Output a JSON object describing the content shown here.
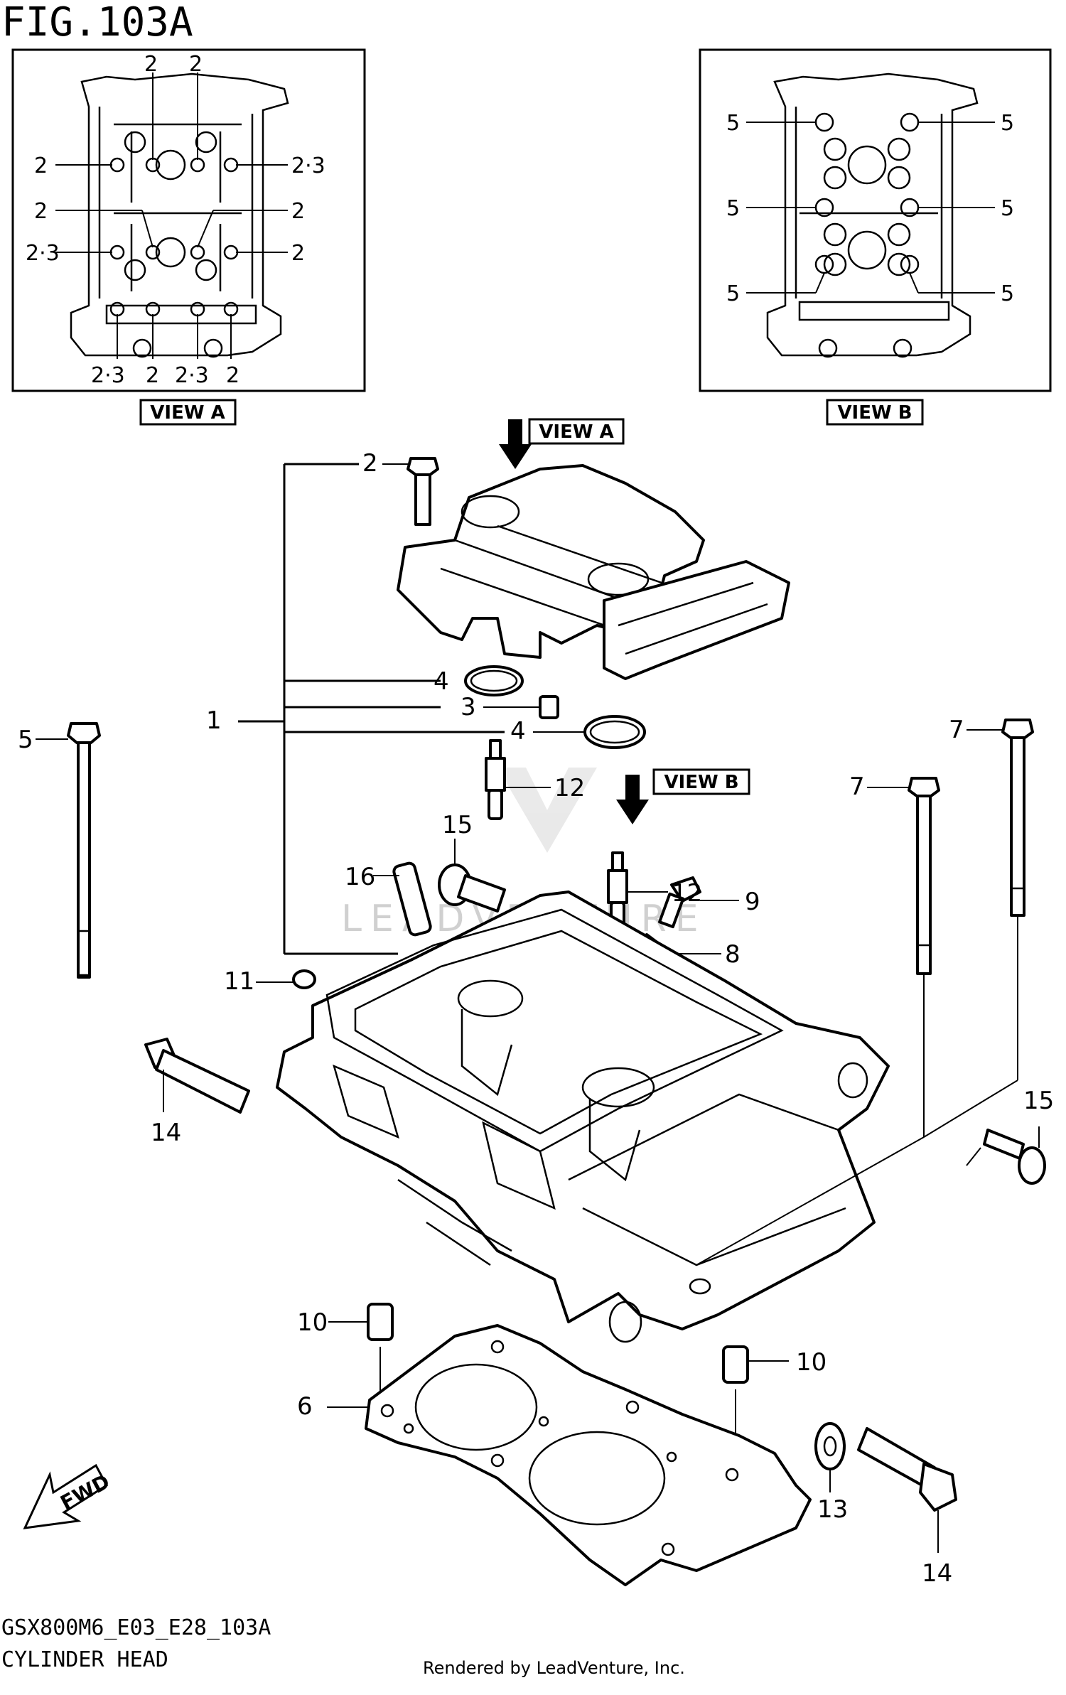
{
  "figure": {
    "id": "FIG.103A",
    "drawing_code": "GSX800M6_E03_E28_103A",
    "title": "CYLINDER HEAD",
    "rendered_by": "Rendered by LeadVenture, Inc.",
    "watermark": "LEADVENTURE"
  },
  "views": {
    "view_a_label": "VIEW A",
    "view_b_label": "VIEW B",
    "fwd_label": "FWD"
  },
  "view_a_callouts": [
    "2",
    "2",
    "2",
    "2·3",
    "2",
    "2",
    "2·3",
    "2",
    "2·3",
    "2",
    "2·3",
    "2"
  ],
  "view_b_callouts": [
    "5",
    "5",
    "5",
    "5",
    "5",
    "5"
  ],
  "parts": [
    {
      "ref": "1"
    },
    {
      "ref": "2"
    },
    {
      "ref": "3"
    },
    {
      "ref": "4"
    },
    {
      "ref": "4"
    },
    {
      "ref": "5"
    },
    {
      "ref": "6"
    },
    {
      "ref": "7"
    },
    {
      "ref": "7"
    },
    {
      "ref": "8"
    },
    {
      "ref": "9"
    },
    {
      "ref": "10"
    },
    {
      "ref": "10"
    },
    {
      "ref": "11"
    },
    {
      "ref": "12"
    },
    {
      "ref": "12"
    },
    {
      "ref": "13"
    },
    {
      "ref": "14"
    },
    {
      "ref": "14"
    },
    {
      "ref": "15"
    },
    {
      "ref": "15"
    },
    {
      "ref": "16"
    }
  ]
}
